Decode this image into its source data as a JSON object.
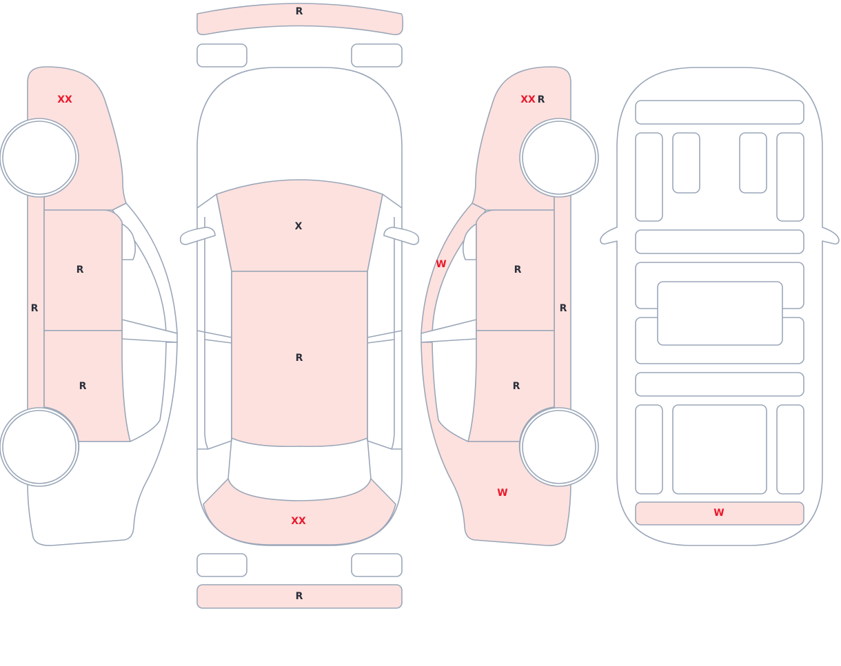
{
  "colors": {
    "damaged_fill": "#fde1de",
    "outline": "#9aa6b8",
    "label_dark": "#2a2f3a",
    "label_red": "#e8192c"
  },
  "left_side": {
    "front_fender": "XX",
    "front_door": "R",
    "rocker": "R",
    "rear_door": "R"
  },
  "top_view": {
    "front_bumper": "R",
    "hood": "X",
    "roof": "R",
    "trunk": "XX",
    "rear_bumper": "R"
  },
  "right_side": {
    "front_fender_a": "XX",
    "front_fender_b": "R",
    "front_door": "R",
    "rocker": "R",
    "rear_door": "R",
    "pillar": "W",
    "rear_quarter": "W"
  },
  "interior": {
    "rear_panel": "W"
  }
}
